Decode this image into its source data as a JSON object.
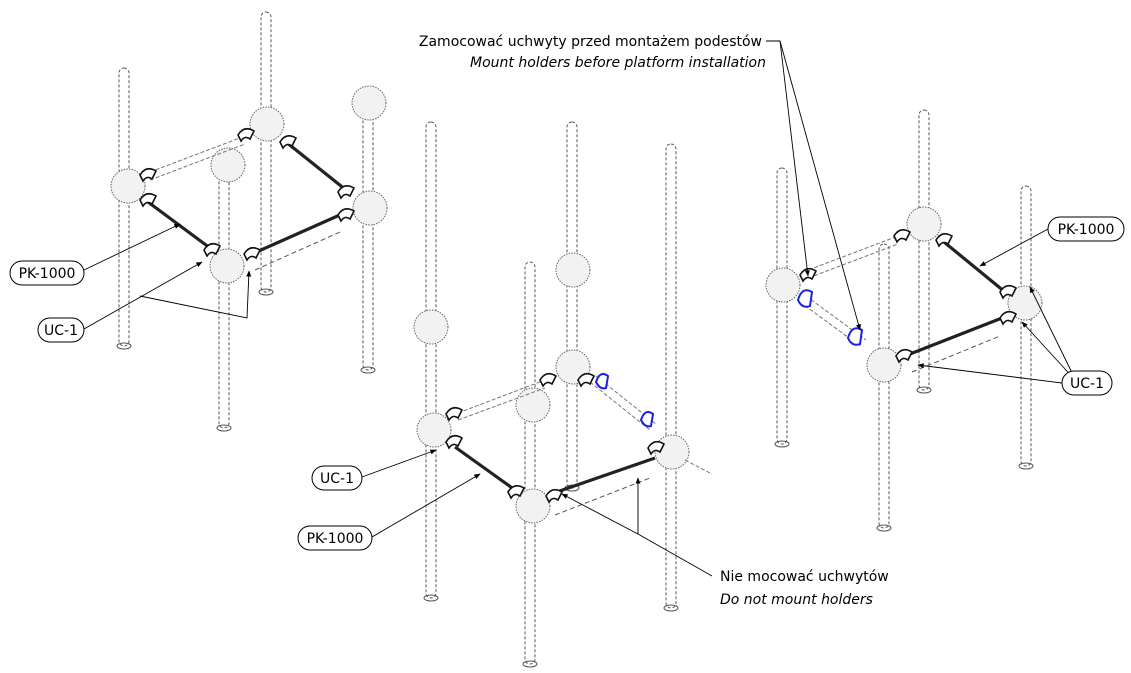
{
  "labels": {
    "pk": "PK-1000",
    "uc": "UC-1"
  },
  "notes": {
    "mount_pl": "Zamocować uchwyty przed montażem podestów",
    "mount_en": "Mount holders before platform installation",
    "nomount_pl": "Nie mocować uchwytów",
    "nomount_en": "Do not mount holders"
  },
  "colors": {
    "highlight": "#1b22e0",
    "line": "#000000"
  }
}
